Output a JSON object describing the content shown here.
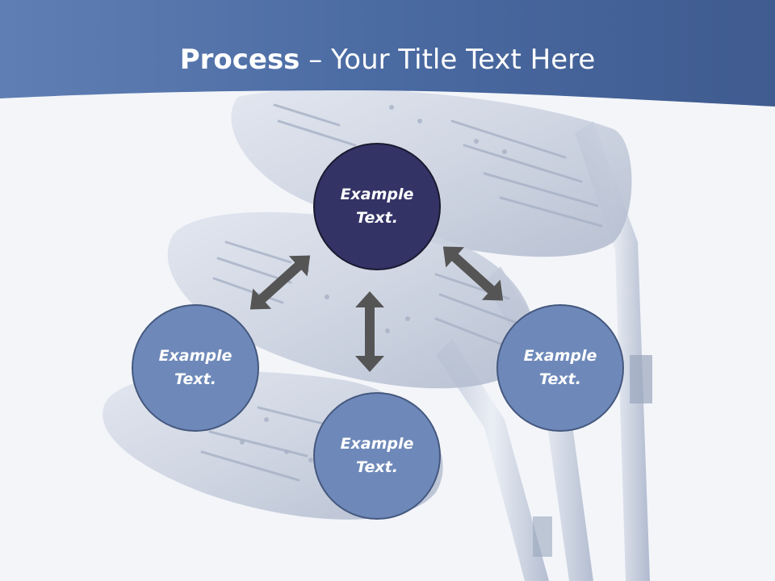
{
  "slide": {
    "title_bold": "Process",
    "title_rest": " – Your Title Text Here"
  },
  "nodes": [
    {
      "line1": "Example",
      "line2": "Text."
    },
    {
      "line1": "Example",
      "line2": "Text."
    },
    {
      "line1": "Example",
      "line2": "Text."
    },
    {
      "line1": "Example",
      "line2": "Text."
    }
  ],
  "colors": {
    "header": "#4d6a9e",
    "center_node": "#333366",
    "outer_node": "#6e89b9",
    "arrow": "#555555"
  }
}
